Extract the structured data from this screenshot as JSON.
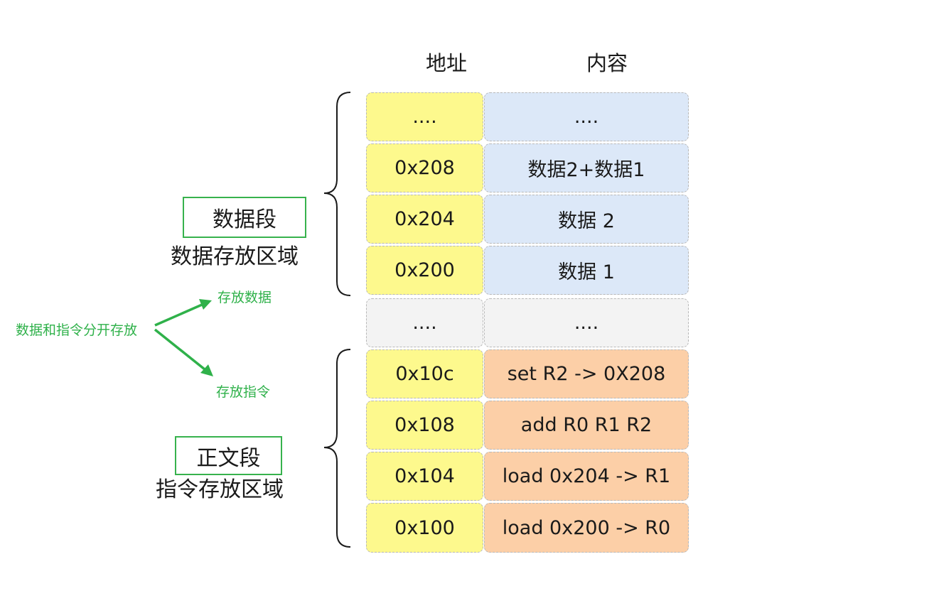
{
  "headers": {
    "address": "地址",
    "content": "内容"
  },
  "rows": [
    {
      "address": "....",
      "content": "....",
      "region": "data"
    },
    {
      "address": "0x208",
      "content": "数据2+数据1",
      "region": "data"
    },
    {
      "address": "0x204",
      "content": "数据 2",
      "region": "data"
    },
    {
      "address": "0x200",
      "content": "数据 1",
      "region": "data"
    },
    {
      "address": "....",
      "content": "....",
      "region": "gap"
    },
    {
      "address": "0x10c",
      "content": "set R2 -> 0X208",
      "region": "text"
    },
    {
      "address": "0x108",
      "content": "add R0 R1 R2",
      "region": "text"
    },
    {
      "address": "0x104",
      "content": "load 0x204 -> R1",
      "region": "text"
    },
    {
      "address": "0x100",
      "content": "load 0x200 -> R0",
      "region": "text"
    }
  ],
  "segments": {
    "data": {
      "name": "数据段",
      "desc": "数据存放区域"
    },
    "text": {
      "name": "正文段",
      "desc": "指令存放区域"
    }
  },
  "annotations": {
    "source": "数据和指令分开存放",
    "to_data": "存放数据",
    "to_instr": "存放指令"
  },
  "colors": {
    "address_fill": "#fdf98d",
    "data_fill": "#dce8f8",
    "gap_fill": "#f3f3f3",
    "text_fill": "#fccfa7",
    "annotation_green": "#2fb14a",
    "box_border_green": "#37b24d"
  }
}
